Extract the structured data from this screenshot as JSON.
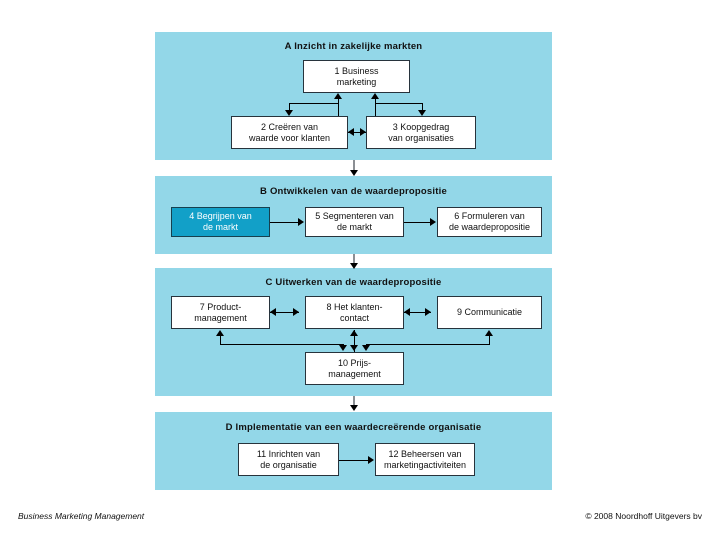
{
  "theme": {
    "panel_bg": "#93d7e8",
    "box_bg": "#ffffff",
    "box_border": "#27333c",
    "highlight_bg": "#12a0c8",
    "highlight_text": "#ffffff",
    "slide_bg": "#ffffff",
    "connector_color": "#8b8f94",
    "arrow_color": "#000000"
  },
  "panels": [
    {
      "key": "A",
      "title": "A  Inzicht in zakelijke markten",
      "boxes": [
        {
          "number": "1",
          "line1": "1  Business",
          "line2": "marketing",
          "highlight": false
        },
        {
          "number": "2",
          "line1": "2  Creëren van",
          "line2": "waarde voor klanten",
          "highlight": false
        },
        {
          "number": "3",
          "line1": "3  Koopgedrag",
          "line2": "van organisaties",
          "highlight": false
        }
      ]
    },
    {
      "key": "B",
      "title": "B  Ontwikkelen van de waardepropositie",
      "boxes": [
        {
          "number": "4",
          "line1": "4  Begrijpen van",
          "line2": "de markt",
          "highlight": true
        },
        {
          "number": "5",
          "line1": "5  Segmenteren van",
          "line2": "de markt",
          "highlight": false
        },
        {
          "number": "6",
          "line1": "6  Formuleren van",
          "line2": "de waardepropositie",
          "highlight": false
        }
      ]
    },
    {
      "key": "C",
      "title": "C  Uitwerken van de waardepropositie",
      "boxes": [
        {
          "number": "7",
          "line1": "7  Product-",
          "line2": "management",
          "highlight": false
        },
        {
          "number": "8",
          "line1": "8  Het klanten-",
          "line2": "contact",
          "highlight": false
        },
        {
          "number": "9",
          "line1": "9  Communicatie",
          "line2": "",
          "highlight": false
        },
        {
          "number": "10",
          "line1": "10  Prijs-",
          "line2": "management",
          "highlight": false
        }
      ]
    },
    {
      "key": "D",
      "title": "D  Implementatie van een waardecreërende organisatie",
      "boxes": [
        {
          "number": "11",
          "line1": "11  Inrichten van",
          "line2": "de organisatie",
          "highlight": false
        },
        {
          "number": "12",
          "line1": "12  Beheersen van",
          "line2": "marketingactiviteiten",
          "highlight": false
        }
      ]
    }
  ],
  "footer": {
    "left": "Business Marketing Management",
    "right": "© 2008 Noordhoff Uitgevers bv"
  }
}
